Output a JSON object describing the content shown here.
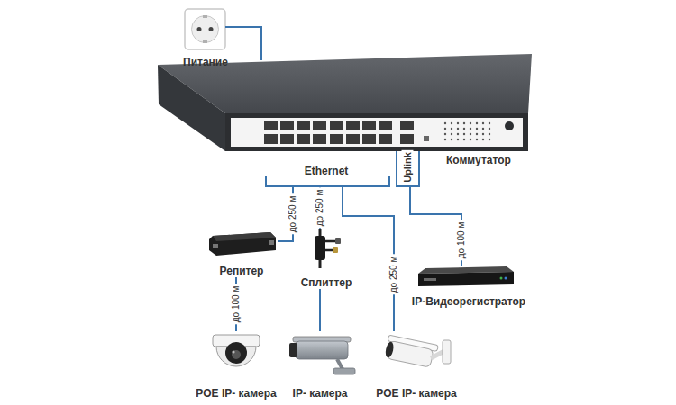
{
  "diagram": {
    "nodes": [
      {
        "text": [
          "Питание"
        ]
      },
      {
        "text": [
          "Коммутатор"
        ]
      },
      {
        "text": [
          "Репитер"
        ]
      },
      {
        "text": [
          "Сплиттер"
        ]
      },
      {
        "text": [
          "IP-Видеорегистратор"
        ]
      },
      {
        "text": [
          "POE IP- камера"
        ]
      },
      {
        "text": [
          "IP- камера"
        ]
      },
      {
        "text": [
          "POE IP- камера"
        ]
      }
    ],
    "edges": [
      {
        "from": 0,
        "to": 1,
        "arrow": "none"
      },
      {
        "from": 1,
        "to": 2,
        "label": "до 250 м",
        "arrow": "none"
      },
      {
        "from": 1,
        "to": 3,
        "label": "до 250 м",
        "arrow": "none"
      },
      {
        "from": 1,
        "to": 7,
        "label": "до 250 м",
        "arrow": "none"
      },
      {
        "from": 1,
        "to": 4,
        "label": "до 100 м",
        "arrow": "none"
      },
      {
        "from": 2,
        "to": 5,
        "label": "до 100 м",
        "arrow": "none"
      },
      {
        "from": 3,
        "to": 6,
        "arrow": "none"
      }
    ],
    "labels": [
      "Ethernet",
      "Uplink"
    ]
  }
}
